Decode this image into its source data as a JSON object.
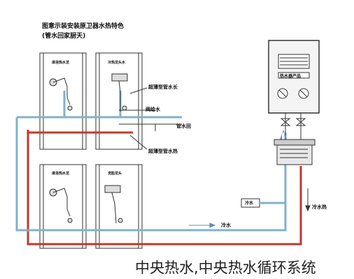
{
  "title_line1": "图意示装安装原卫器水热特色",
  "title_line2": "(管水回家厨天)",
  "labels": {
    "top_pipe": "超薄型管水长",
    "mid_small": "阀给水",
    "right_pipe": "管水回",
    "lower_pipe": "超薄型管水热",
    "heater_panel": "热水器产品",
    "cold_in_box": "冷水",
    "cold_water": "冷水",
    "hot_water": "冷水热",
    "room_tl": "淋浴热水龙",
    "room_tr": "冷热龙头水",
    "room_bl": "淋浴热水龙",
    "room_br": "洗脸龙头"
  },
  "caption": "中央热水,中央热水循环系统"
}
